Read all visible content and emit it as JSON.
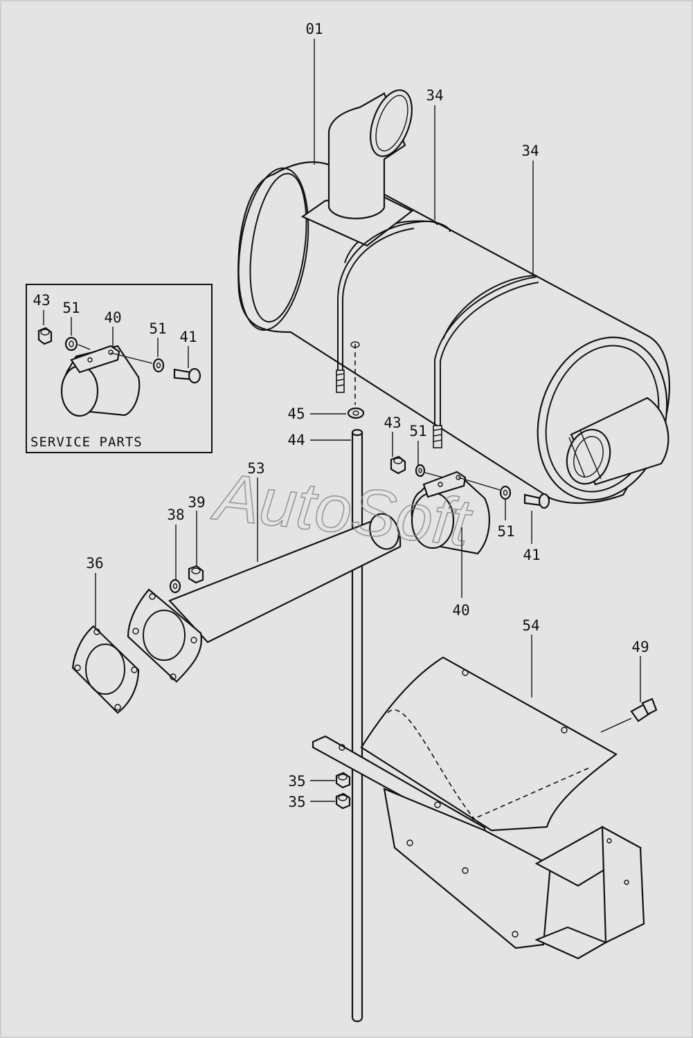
{
  "service_box": {
    "title": "SERVICE PARTS"
  },
  "watermark": "AutoSoft",
  "callouts": {
    "c01": "01",
    "c34a": "34",
    "c34b": "34",
    "c43a": "43",
    "c51a": "51",
    "c40a": "40",
    "c51b": "51",
    "c41a": "41",
    "c45": "45",
    "c44": "44",
    "c43b": "43",
    "c51c": "51",
    "c53": "53",
    "c39": "39",
    "c38": "38",
    "c36": "36",
    "c51d": "51",
    "c41b": "41",
    "c40b": "40",
    "c54": "54",
    "c49": "49",
    "c35a": "35",
    "c35b": "35"
  }
}
